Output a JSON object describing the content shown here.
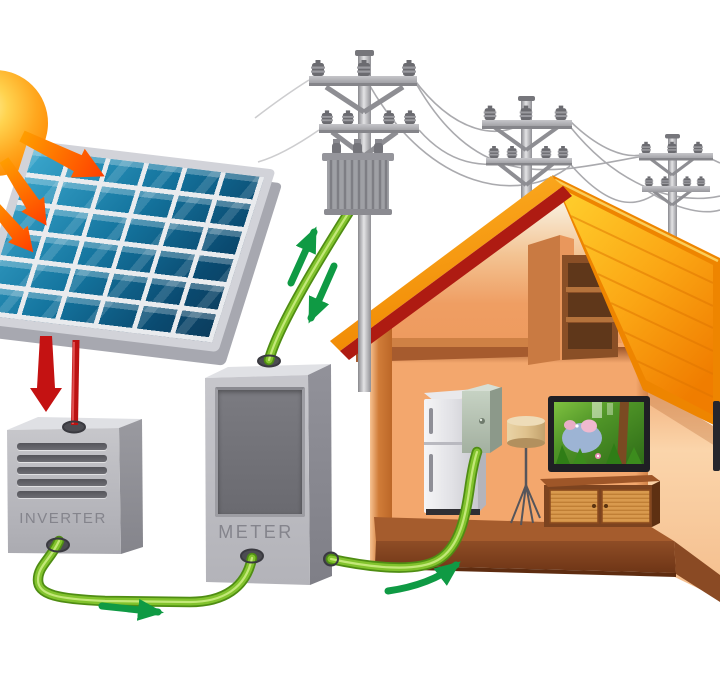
{
  "labels": {
    "inverter": "INVERTER",
    "meter": "METER"
  },
  "components": [
    "sun",
    "sunlight-arrows",
    "solar-panel",
    "dc-red-cable",
    "red-down-arrow",
    "inverter",
    "ac-green-cables",
    "meter",
    "utility-pole-with-transformer",
    "power-lines",
    "distant-utility-poles",
    "bidirectional-green-arrows",
    "house-cutaway",
    "refrigerator",
    "breaker-panel",
    "floor-lamp",
    "television",
    "tv-cabinet"
  ],
  "colors": {
    "sun": "#ffa81f",
    "sun_arrow_start": "#ff9d00",
    "sun_arrow_end": "#ff3e00",
    "panel_cell": "#14749e",
    "panel_frame": "#d2d3d9",
    "box_gray": "#b9b9bf",
    "label_text": "#84848c",
    "cable_green": "#82c32d",
    "cable_green_dark": "#4f8d13",
    "arrow_green": "#0f9a44",
    "cable_red": "#bc1212",
    "roof_yellow": "#ffd12e",
    "roof_orange": "#ee8500",
    "roof_edge_red": "#ae1b12",
    "wall_peach": "#f3a76d",
    "wall_light": "#f8cba0",
    "floor_brown": "#a55c2d",
    "wood_brown": "#7c431f",
    "pole_gray": "#a5a5a8"
  }
}
